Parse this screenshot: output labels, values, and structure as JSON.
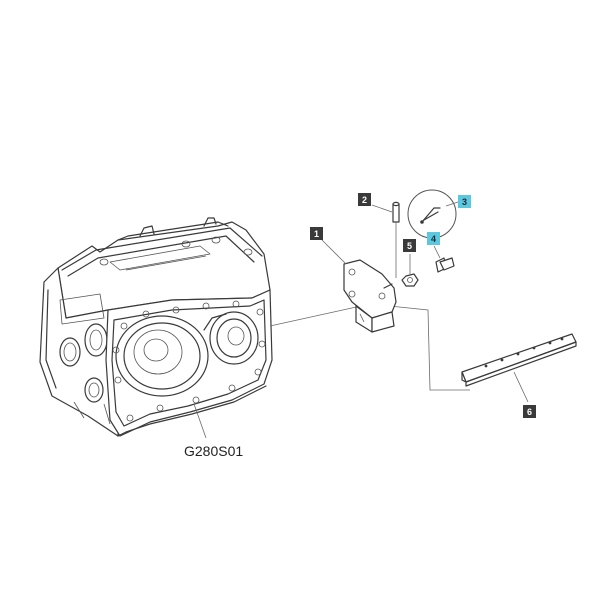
{
  "diagram": {
    "reference_code": "G280S01",
    "callouts": [
      {
        "id": "1",
        "label": "1"
      },
      {
        "id": "2",
        "label": "2"
      },
      {
        "id": "3",
        "label": "3"
      },
      {
        "id": "4",
        "label": "4"
      },
      {
        "id": "5",
        "label": "5"
      },
      {
        "id": "6",
        "label": "6"
      }
    ],
    "colors": {
      "callout_default": "#3a3a3a",
      "callout_highlight": "#5bc8e0",
      "line_art": "#3a3a3a"
    }
  }
}
